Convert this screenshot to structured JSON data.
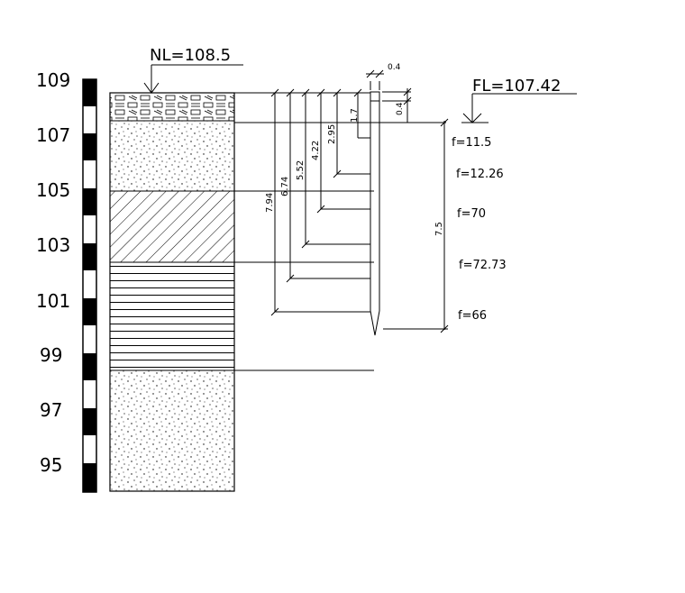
{
  "elevation_ticks": [
    "109",
    "107",
    "105",
    "103",
    "101",
    "99",
    "97",
    "95"
  ],
  "natural_level": "NL=108.5",
  "foundation_level": "FL=107.42",
  "pile_dims": {
    "cap_width": "0.4",
    "cap_height": "0.4",
    "embed_top": "1.7",
    "length": "7.5"
  },
  "depth_labels": [
    "7.94",
    "6.74",
    "5.52",
    "4.22",
    "2.95"
  ],
  "friction_labels": [
    "f=11.5",
    "f=12.26",
    "f=70",
    "f=72.73",
    "f=66"
  ],
  "soil_layers": [
    "fill",
    "sand",
    "clay",
    "silt",
    "sand"
  ]
}
